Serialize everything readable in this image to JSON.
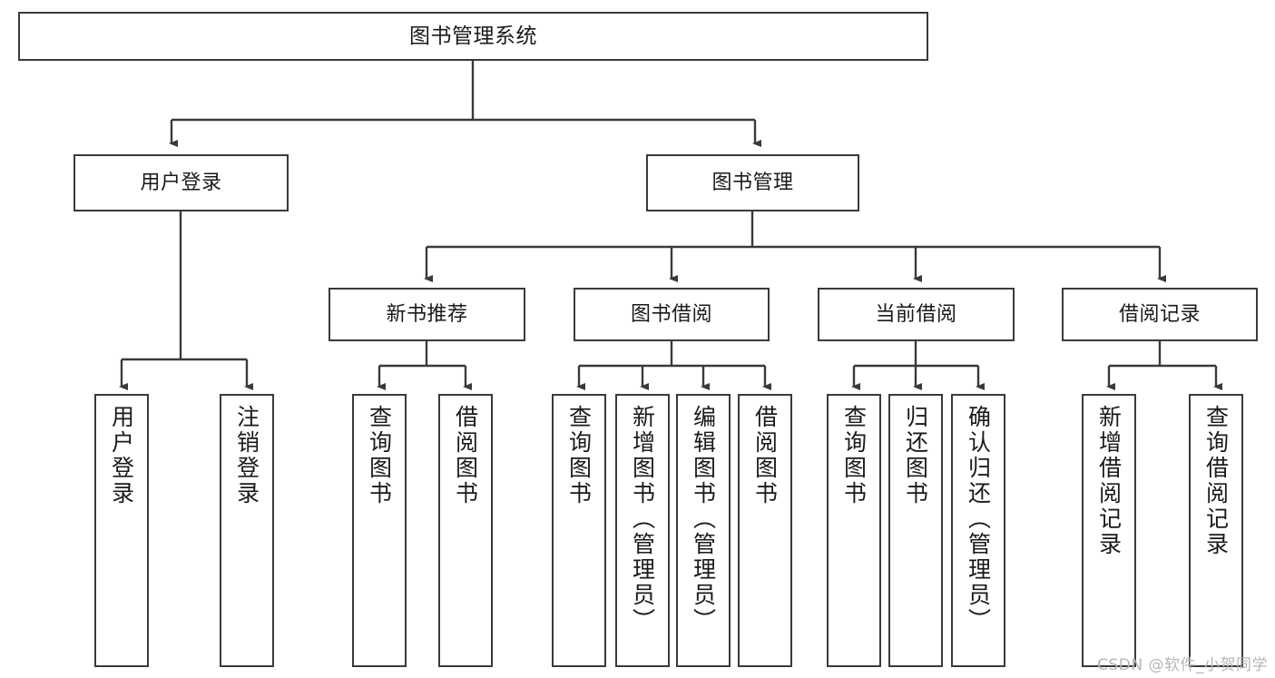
{
  "diagram": {
    "title": "图书管理系统",
    "type": "tree-hierarchy",
    "levels": 4
  },
  "nodes": {
    "root": {
      "label": "图书管理系统"
    },
    "level2": [
      {
        "id": "user-login",
        "label": "用户登录"
      },
      {
        "id": "book-management",
        "label": "图书管理"
      }
    ],
    "level3": [
      {
        "id": "new-book-recommend",
        "label": "新书推荐"
      },
      {
        "id": "book-borrow",
        "label": "图书借阅"
      },
      {
        "id": "current-borrow",
        "label": "当前借阅"
      },
      {
        "id": "borrow-record",
        "label": "借阅记录"
      }
    ],
    "leaves": {
      "user_login": [
        {
          "id": "leaf-user-login",
          "label": "用户登录"
        },
        {
          "id": "leaf-logout-login",
          "label": "注销登录"
        }
      ],
      "new_book_recommend": [
        {
          "id": "leaf-query-book-1",
          "label": "查询图书"
        },
        {
          "id": "leaf-borrow-book-1",
          "label": "借阅图书"
        }
      ],
      "book_borrow": [
        {
          "id": "leaf-query-book-2",
          "label": "查询图书"
        },
        {
          "id": "leaf-add-book",
          "label": "新增图书（管理员）"
        },
        {
          "id": "leaf-edit-book",
          "label": "编辑图书（管理员）"
        },
        {
          "id": "leaf-borrow-book-2",
          "label": "借阅图书"
        }
      ],
      "current_borrow": [
        {
          "id": "leaf-query-book-3",
          "label": "查询图书"
        },
        {
          "id": "leaf-return-book",
          "label": "归还图书"
        },
        {
          "id": "leaf-confirm-return",
          "label": "确认归还（管理员）"
        }
      ],
      "borrow_record": [
        {
          "id": "leaf-add-record",
          "label": "新增借阅记录"
        },
        {
          "id": "leaf-query-record",
          "label": "查询借阅记录"
        }
      ]
    }
  },
  "watermark": {
    "text": "CSDN @软件_小贺同学"
  },
  "colors": {
    "border": "#3a3a3a",
    "background": "#ffffff",
    "text": "#1a1a1a",
    "watermark": "#b6b6b6"
  }
}
